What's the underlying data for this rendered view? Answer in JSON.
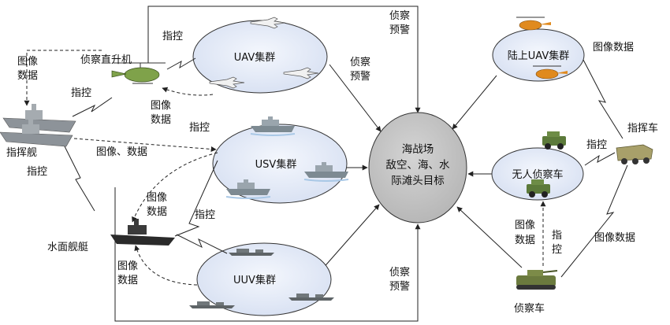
{
  "center": {
    "lines": [
      "海战场",
      "敌空、海、水",
      "际滩头目标"
    ]
  },
  "nodes": {
    "uav_cluster": "UAV集群",
    "usv_cluster": "USV集群",
    "uuv_cluster": "UUV集群",
    "land_uav_cluster": "陆上UAV集群",
    "unmanned_recon_vehicle": "无人侦察车"
  },
  "platforms": {
    "recon_helicopter": "侦察直升机",
    "command_ship": "指挥舰",
    "surface_ship": "水面舰艇",
    "command_vehicle": "指挥车",
    "recon_vehicle": "侦察车"
  },
  "edge_labels": {
    "command_top": "指控",
    "command_heli": "指控",
    "image_data_heli_1": "图像",
    "image_data_heli_2": "数据",
    "image_data_left_1": "图像",
    "image_data_left_2": "数据",
    "command_usv": "指控",
    "image_data_usv": "图像、数据",
    "command_ship_left": "指控",
    "image_data_surface_1": "图像",
    "image_data_surface_2": "数据",
    "command_surface": "指控",
    "image_data_uuv_1": "图像",
    "image_data_uuv_2": "数据",
    "recon_warn_top_1": "侦察",
    "recon_warn_top_2": "预警",
    "recon_warn_uav_1": "侦察",
    "recon_warn_uav_2": "预警",
    "recon_warn_bottom_1": "侦察",
    "recon_warn_bottom_2": "预警",
    "image_data_land_uav": "图像数据",
    "command_vehicle_ctrl": "指控",
    "image_data_recon_1": "图像",
    "image_data_recon_2": "数据",
    "command_recon_1": "指",
    "command_recon_2": "控",
    "image_data_vehicle": "图像数据"
  },
  "icons": [
    "helicopter-icon",
    "fighter-jet-icon",
    "warship-icon",
    "submarine-icon",
    "armored-vehicle-icon",
    "jeep-icon",
    "tank-icon"
  ],
  "colors": {
    "cluster_fill": "#e3e9f6",
    "center_fill": "#c2c2c2",
    "heli_green": "#7fa24a",
    "heli_orange": "#e08a1e",
    "ship_gray": "#8d9399"
  }
}
